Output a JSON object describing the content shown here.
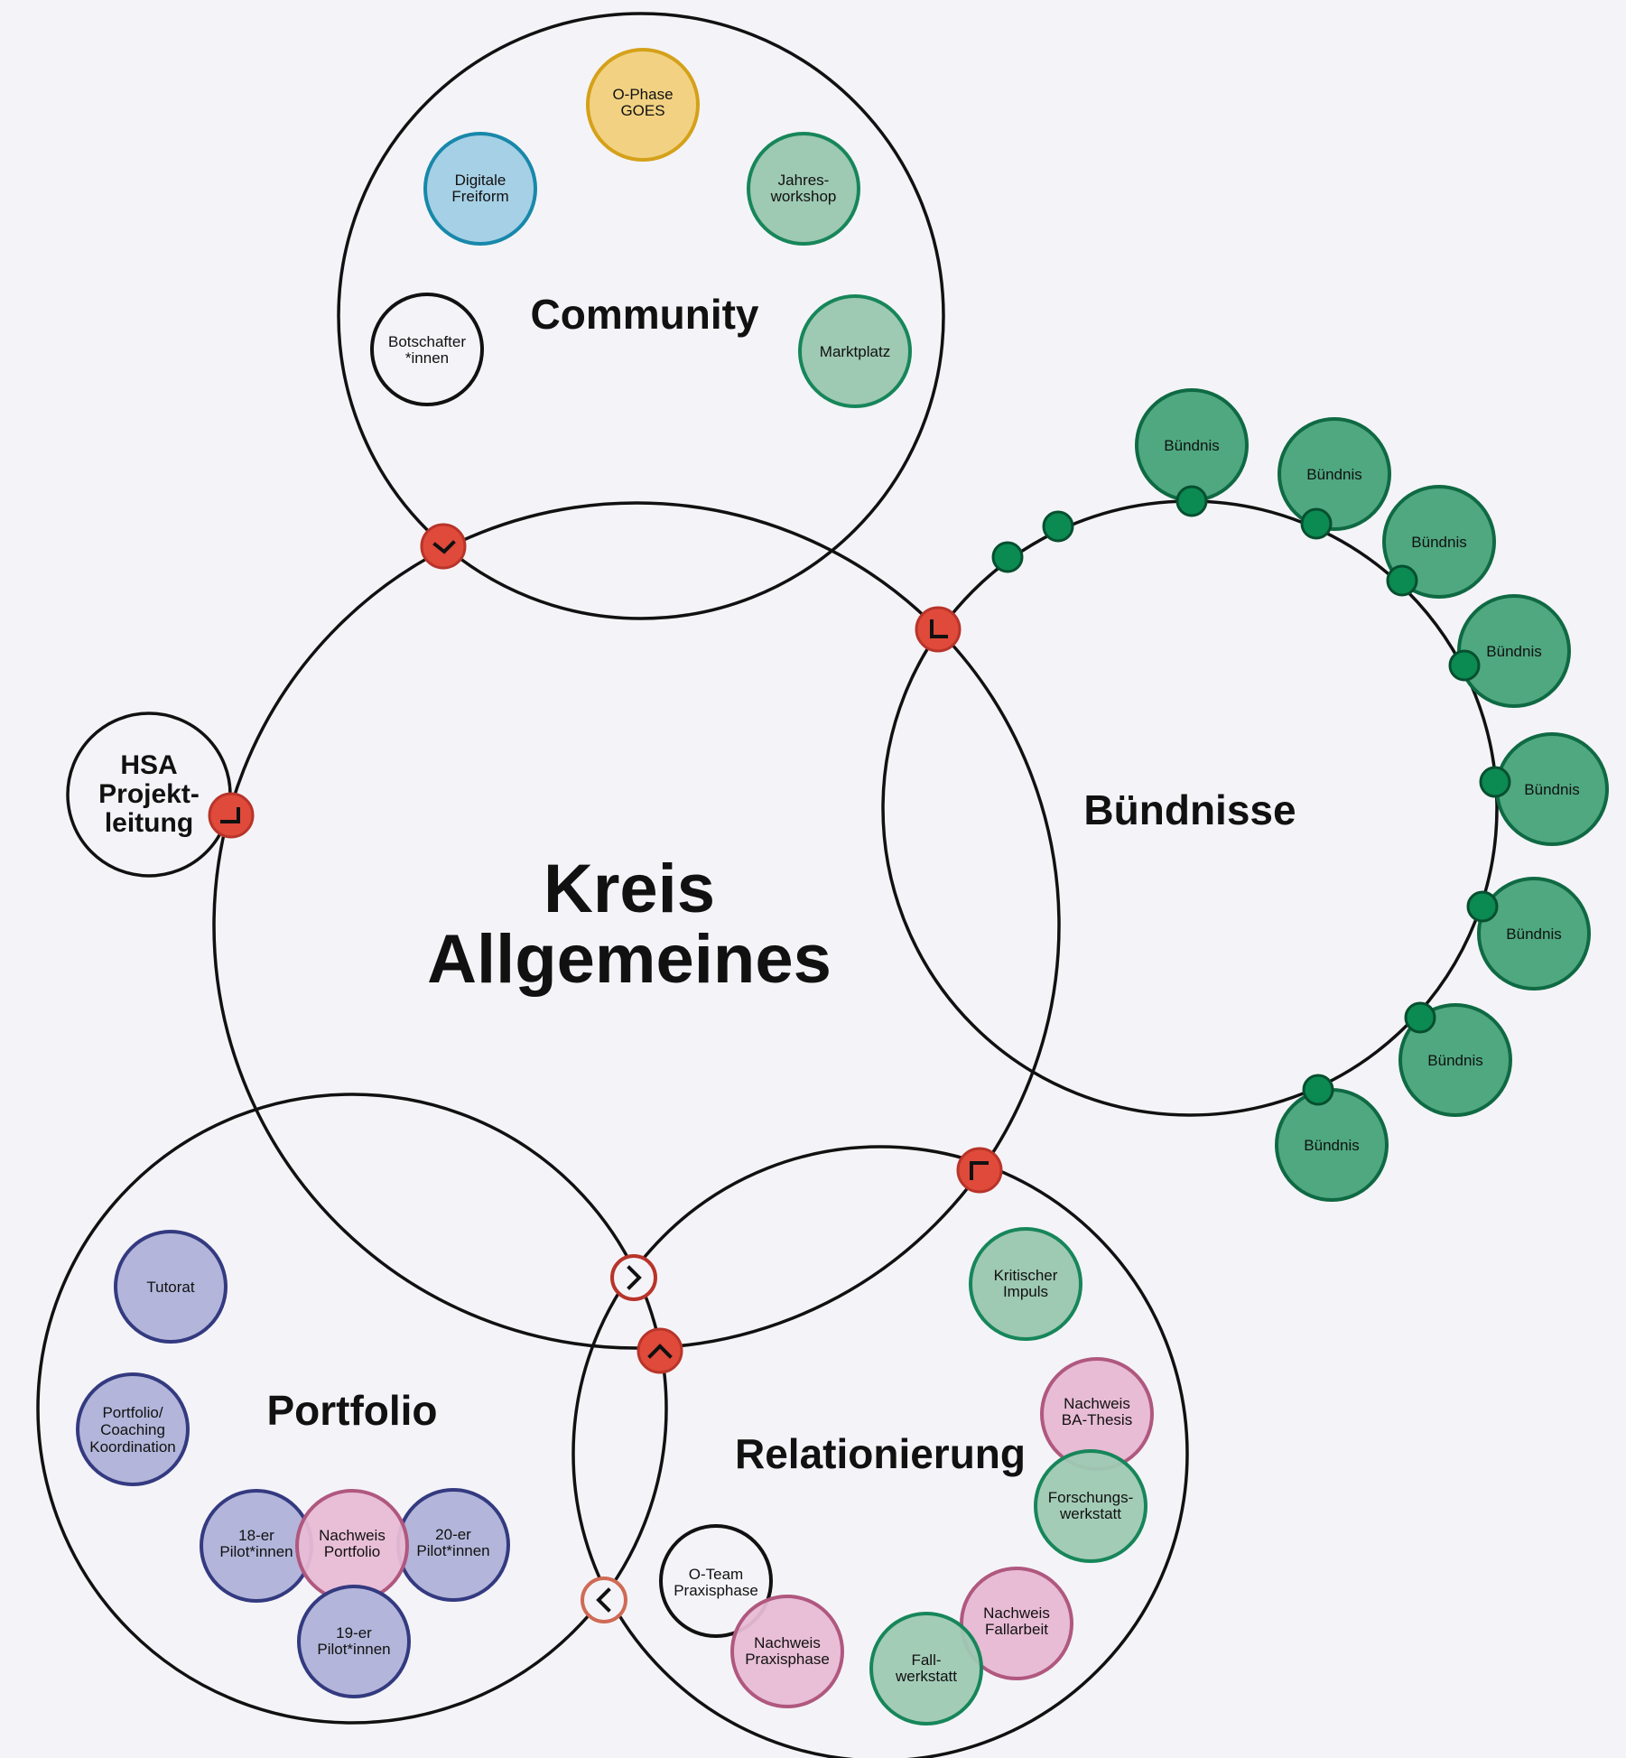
{
  "colors": {
    "background": "#f4f4f8",
    "stroke": "#111111",
    "connector_fill": "#df4a3a",
    "connector_stroke": "#b8342a",
    "green_fill": "#9ec9b3",
    "green_stroke": "#17865a",
    "dark_green_fill": "#4fa880",
    "dark_green_stroke": "#0f6a43",
    "dot_green": "#0b8a52",
    "purple_fill": "#b3b6da",
    "purple_stroke": "#343a80",
    "pink_fill": "#e8bcd5",
    "pink_stroke": "#b0587f",
    "yellow_fill": "#f2d282",
    "yellow_stroke": "#d5a11a",
    "blue_fill": "#a6d0e5",
    "blue_stroke": "#1888aa"
  },
  "circles": {
    "main": {
      "line1": "Kreis",
      "line2": "Allgemeines"
    },
    "community": {
      "label": "Community"
    },
    "buendnisse": {
      "label": "Bündnisse"
    },
    "portfolio": {
      "label": "Portfolio"
    },
    "relationierung": {
      "label": "Relationierung"
    },
    "hsa": {
      "line1": "HSA",
      "line2": "Projekt-",
      "line3": "leitung"
    }
  },
  "community_items": {
    "ophase": {
      "line1": "O-Phase",
      "line2": "GOES",
      "icon": "yellow"
    },
    "digitale": {
      "line1": "Digitale",
      "line2": "Freiform",
      "icon": "blue"
    },
    "jahres": {
      "line1": "Jahres-",
      "line2": "workshop",
      "icon": "green"
    },
    "botschafter": {
      "line1": "Botschafter",
      "line2": "*innen",
      "icon": "white"
    },
    "marktplatz": {
      "line1": "Marktplatz",
      "icon": "green"
    }
  },
  "buendnis_items": [
    "Bündnis",
    "Bündnis",
    "Bündnis",
    "Bündnis",
    "Bündnis",
    "Bündnis",
    "Bündnis",
    "Bündnis"
  ],
  "portfolio_items": {
    "tutorat": {
      "line1": "Tutorat"
    },
    "coaching": {
      "line1": "Portfolio/",
      "line2": "Coaching",
      "line3": "Koordination"
    },
    "pilot18": {
      "line1": "18-er",
      "line2": "Pilot*innen"
    },
    "nachweis_portfolio": {
      "line1": "Nachweis",
      "line2": "Portfolio"
    },
    "pilot20": {
      "line1": "20-er",
      "line2": "Pilot*innen"
    },
    "pilot19": {
      "line1": "19-er",
      "line2": "Pilot*innen"
    }
  },
  "relationierung_items": {
    "kritischer": {
      "line1": "Kritischer",
      "line2": "Impuls"
    },
    "ba_thesis": {
      "line1": "Nachweis",
      "line2": "BA-Thesis"
    },
    "forschung": {
      "line1": "Forschungs-",
      "line2": "werkstatt"
    },
    "oteam": {
      "line1": "O-Team",
      "line2": "Praxisphase"
    },
    "nachweis_praxis": {
      "line1": "Nachweis",
      "line2": "Praxisphase"
    },
    "nachweis_fall": {
      "line1": "Nachweis",
      "line2": "Fallarbeit"
    },
    "fallwerkstatt": {
      "line1": "Fall-",
      "line2": "werkstatt"
    }
  }
}
